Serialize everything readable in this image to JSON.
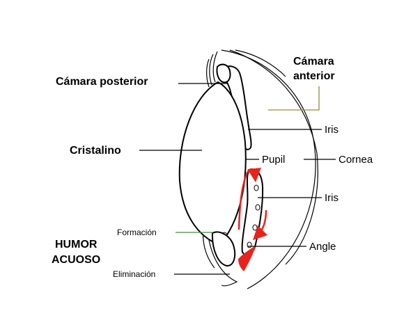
{
  "labels": {
    "camara_anterior_line1": "Cámara",
    "camara_anterior_line2": "anterior",
    "camara_posterior": "Cámara posterior",
    "cristalino": "Cristalino",
    "iris_upper": "Iris",
    "pupil": "Pupil",
    "cornea": "Cornea",
    "iris_lower": "Iris",
    "formacion": "Formación",
    "humor_line1": "HUMOR",
    "humor_line2": "ACUOSO",
    "angle": "Angle",
    "eliminacion": "Eliminación"
  },
  "colors": {
    "flow_arrow": "#e8231c",
    "outline": "#000000",
    "anterior_leader": "#8f8f3a",
    "formacion_leader": "#3f8f3f"
  }
}
